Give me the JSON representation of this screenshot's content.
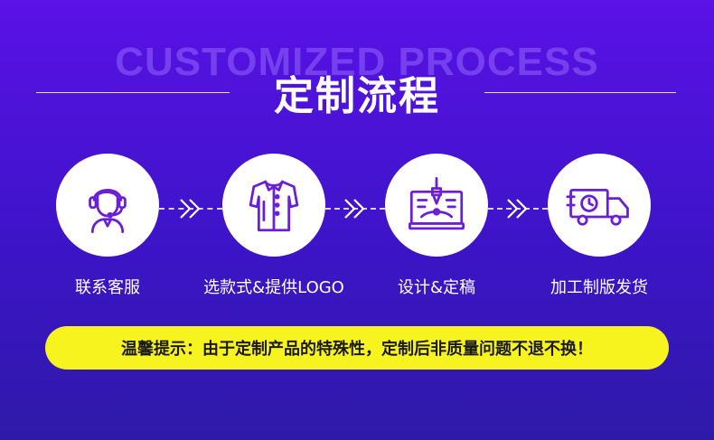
{
  "header": {
    "bg_word": "CUSTOMIZED PROCESS",
    "title": "定制流程"
  },
  "steps": [
    {
      "label": "联系客服",
      "icon": "customer-service-icon"
    },
    {
      "label": "选款式&提供LOGO",
      "icon": "shirt-icon"
    },
    {
      "label": "设计&定稿",
      "icon": "design-plotter-icon"
    },
    {
      "label": "加工制版发货",
      "icon": "delivery-truck-icon"
    }
  ],
  "notice": {
    "text": "温馨提示：由于定制产品的特殊性，定制后非质量问题不退不换！"
  },
  "colors": {
    "background_top": "#5a12e6",
    "background_bottom": "#2e1aa8",
    "icon_stroke": "#6a1fd6",
    "notice_bg": "#f7f31e"
  }
}
